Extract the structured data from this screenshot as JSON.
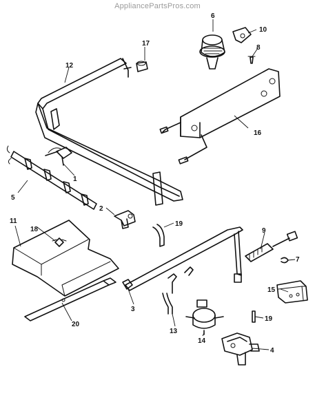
{
  "watermark": "AppliancePartsPros.com",
  "callouts": {
    "c1": "1",
    "c2": "2",
    "c3": "3",
    "c4": "4",
    "c5": "5",
    "c6": "6",
    "c7": "7",
    "c8": "8",
    "c9": "9",
    "c10": "10",
    "c11": "11",
    "c12": "12",
    "c13": "13",
    "c14": "14",
    "c15": "15",
    "c16": "16",
    "c17": "17",
    "c18": "18",
    "c19a": "19",
    "c19b": "19",
    "c20": "20"
  }
}
